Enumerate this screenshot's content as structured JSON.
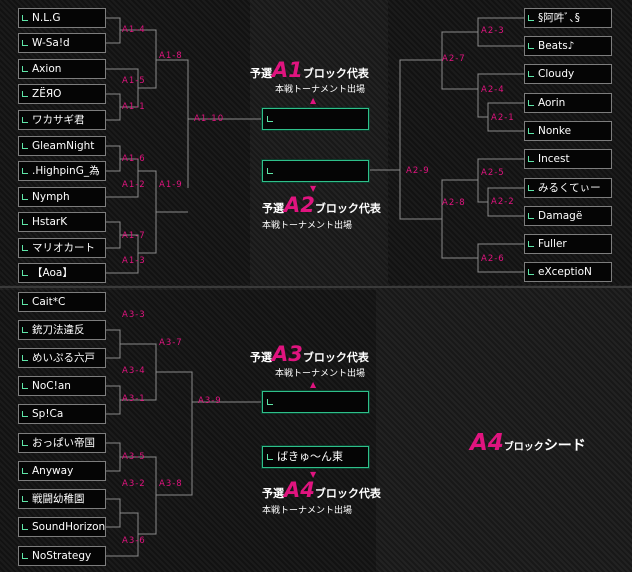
{
  "colors": {
    "accent": "#e0147f",
    "line": "#8a8a8a",
    "box_border": "#2fbf8a"
  },
  "left_top_teams": [
    "N.L.G",
    "W-Sa!d",
    "Axion",
    "ZЁЯO",
    "ワカサギ君",
    "GleamNight",
    ".HighpinG_為",
    "Nymph",
    "HstarK",
    "マリオカート",
    "【Aoa】"
  ],
  "right_top_teams": [
    "§阿吽ﾞ､§",
    "Beats♪",
    "Cloudy",
    "Aorin",
    "Nonke",
    "Incest",
    "みるくてぃー",
    "Damagё",
    "Fuller",
    "eXceptioN"
  ],
  "left_bottom_teams": [
    "Cait*C",
    "銃刀法違反",
    "めいぷる六戸",
    "NoC!an",
    "Sp!Ca",
    "おっぱい帝国",
    "Anyway",
    "戦闘幼稚園",
    "SoundHorizon",
    "NoStrategy"
  ],
  "match_labels": {
    "A1_1": "A1-1",
    "A1_2": "A1-2",
    "A1_3": "A1-3",
    "A1_4": "A1-4",
    "A1_5": "A1-5",
    "A1_6": "A1-6",
    "A1_7": "A1-7",
    "A1_8": "A1-8",
    "A1_9": "A1-9",
    "A1_10": "A1-10",
    "A2_1": "A2-1",
    "A2_2": "A2-2",
    "A2_3": "A2-3",
    "A2_4": "A2-4",
    "A2_5": "A2-5",
    "A2_6": "A2-6",
    "A2_7": "A2-7",
    "A2_8": "A2-8",
    "A2_9": "A2-9",
    "A3_1": "A3-1",
    "A3_2": "A3-2",
    "A3_3": "A3-3",
    "A3_4": "A3-4",
    "A3_5": "A3-5",
    "A3_6": "A3-6",
    "A3_7": "A3-7",
    "A3_8": "A3-8",
    "A3_9": "A3-9"
  },
  "qualifiers": {
    "prefix": "予選",
    "suffix": "ブロック代表",
    "subtitle": "本戦トーナメント出場",
    "a1": "A1",
    "a2": "A2",
    "a3": "A3",
    "a4": "A4",
    "a1_winner": "",
    "a2_winner": "",
    "a3_winner": "",
    "a4_seed_team": "ばきゅ～ん東"
  },
  "a4_seed": {
    "block": "A4",
    "suffix_small": "ブロック",
    "suffix_big": "シード"
  }
}
